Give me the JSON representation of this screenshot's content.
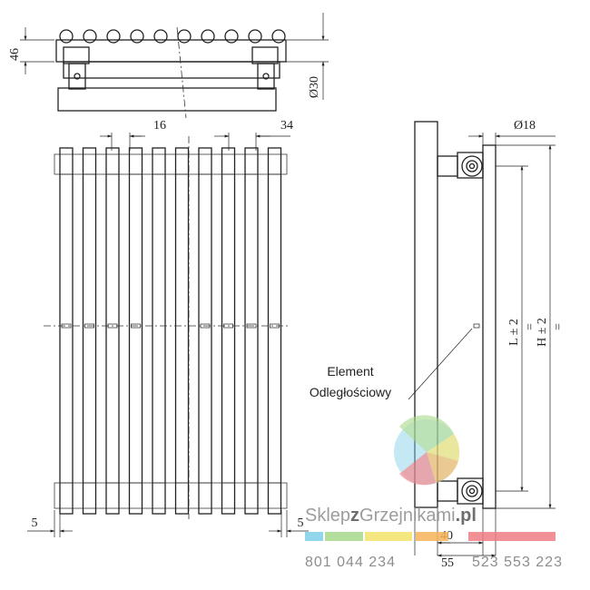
{
  "dimensions": {
    "top_height": "46",
    "tube_diameter": "Ø30",
    "gap": "16",
    "spacing": "34",
    "side_tube": "Ø18",
    "left_margin": "5",
    "right_margin": "5",
    "wall_offset": "40",
    "bracket_offset": "55",
    "L": "L ± 2",
    "H": "H ± 2",
    "eq": "=",
    "eq2": "="
  },
  "labels": {
    "element_line1": "Element",
    "element_line2": "Odległościowy"
  },
  "watermark": {
    "brand_a": "Sklep",
    "brand_b": "z",
    "brand_c": "Grzejnikami",
    "brand_d": ".pl",
    "phone1": "801 044 234",
    "phone2": "523 553 223",
    "stripe_colors": [
      "#7fcfe8",
      "#a8d98a",
      "#f4e36a",
      "#f7b45a",
      "#ef7d84"
    ]
  }
}
